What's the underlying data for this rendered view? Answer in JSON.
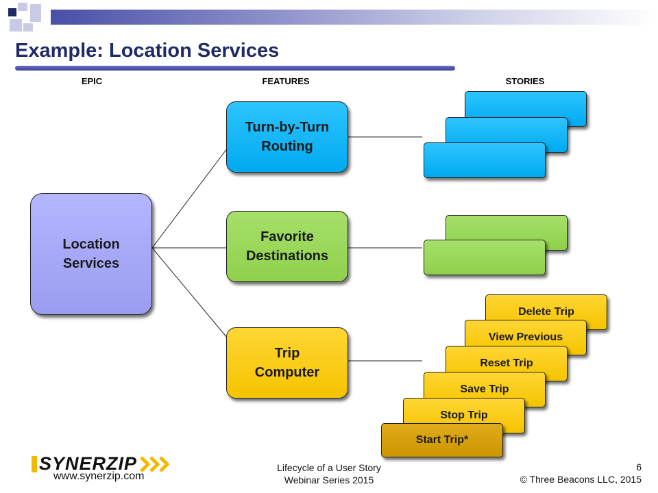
{
  "header": {
    "title": "Example: Location Services"
  },
  "columns": {
    "epic": "EPIC",
    "features": "FEATURES",
    "stories": "STORIES"
  },
  "epic": {
    "label": "Location\nServices"
  },
  "features": {
    "routing": "Turn-by-Turn\nRouting",
    "favorites": "Favorite\nDestinations",
    "trip_computer": "Trip\nComputer"
  },
  "stories": {
    "trip": {
      "delete": "Delete Trip",
      "view_previous": "View Previous",
      "reset": "Reset Trip",
      "save": "Save Trip",
      "stop": "Stop Trip",
      "start": "Start Trip*"
    }
  },
  "colors": {
    "epic": "#a6a8f8",
    "blue": "#00b0f0",
    "green": "#92d050",
    "yellow": "#ffcc00",
    "gold": "#d4a010",
    "title": "#1f2a66"
  },
  "footer": {
    "logo": "SYNERZIP",
    "website": "www.synerzip.com",
    "center_line1": "Lifecycle of a User Story",
    "center_line2": "Webinar Series 2015",
    "slide_number": "6",
    "copyright": "© Three Beacons LLC, 2015"
  }
}
